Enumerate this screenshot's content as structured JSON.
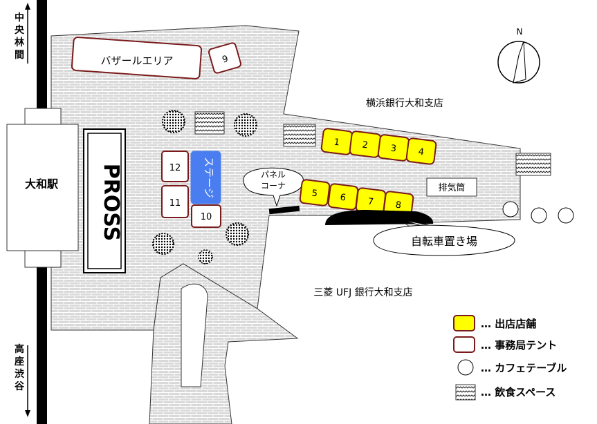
{
  "left_rail": {
    "top_label": "中央林間",
    "bottom_label": "高座渋谷",
    "station_label": "大和駅"
  },
  "north_label": "N",
  "labels": {
    "prosss": "PROSS",
    "bazaar": "バザールエリア",
    "stage": "ステージ",
    "panel_corner": "パネル\nコーナ",
    "exhaust": "排気筒",
    "bicycle": "自転車置き場",
    "yokohama_bank": "横浜銀行大和支店",
    "mitsubishi_bank": "三菱 UFJ 銀行大和支店"
  },
  "shops": [
    "1",
    "2",
    "3",
    "4",
    "5",
    "6",
    "7",
    "8"
  ],
  "office_tents": [
    "9",
    "10",
    "11",
    "12"
  ],
  "legend": {
    "shop": "… 出店店舗",
    "tent": "… 事務局テント",
    "cafe": "… カフェテーブル",
    "food": "… 飲食スペース"
  },
  "colors": {
    "shop_fill": "#ffff00",
    "tent_border": "#7a1a1a",
    "stage_fill": "#4a7ef0",
    "pavement": "#d9d9d9"
  }
}
